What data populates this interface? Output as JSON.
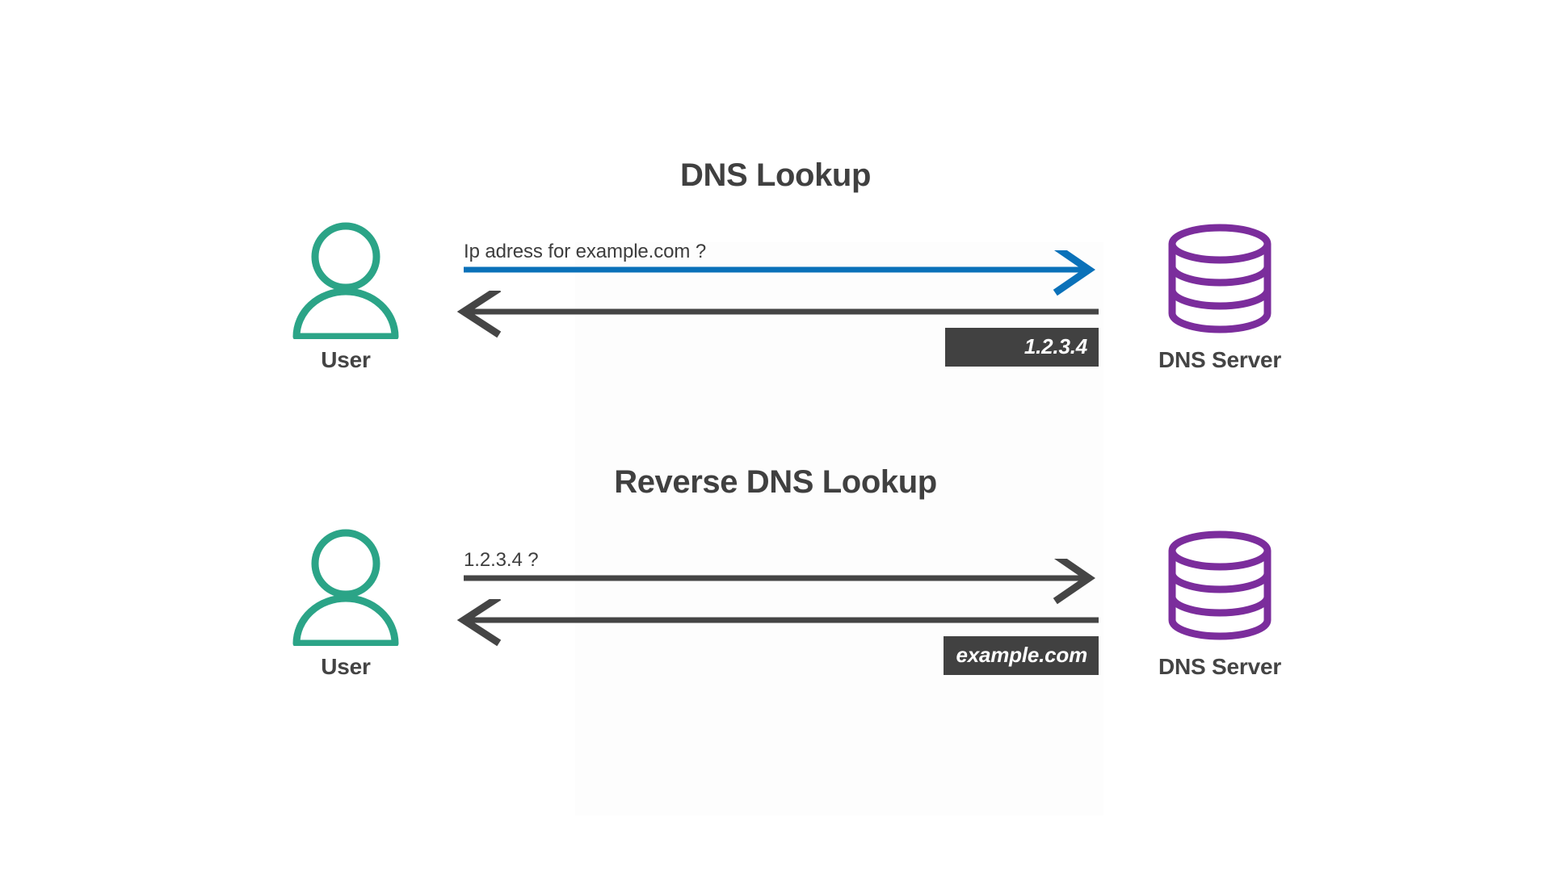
{
  "diagram": {
    "background_color": "#ffffff",
    "accent_blue": "#0a71b9",
    "accent_dark": "#454545",
    "accent_teal": "#2ba487",
    "accent_purple": "#7b2d9c",
    "badge_bg": "#414141",
    "title_color": "#404040"
  },
  "sections": [
    {
      "id": "dns",
      "title": "DNS Lookup",
      "left_actor": {
        "label": "User",
        "icon": "user-icon",
        "color": "#2ba487"
      },
      "right_actor": {
        "label": "DNS Server",
        "icon": "database-icon",
        "color": "#7b2d9c"
      },
      "request": {
        "label": "Ip adress for example.com ?",
        "direction": "right",
        "color": "#0a71b9"
      },
      "response": {
        "badge_text": "1.2.3.4",
        "direction": "left",
        "color": "#454545"
      }
    },
    {
      "id": "rdns",
      "title": "Reverse DNS Lookup",
      "left_actor": {
        "label": "User",
        "icon": "user-icon",
        "color": "#2ba487"
      },
      "right_actor": {
        "label": "DNS Server",
        "icon": "database-icon",
        "color": "#7b2d9c"
      },
      "request": {
        "label": "1.2.3.4 ?",
        "direction": "right",
        "color": "#454545"
      },
      "response": {
        "badge_text": "example.com",
        "direction": "left",
        "color": "#454545"
      }
    }
  ]
}
